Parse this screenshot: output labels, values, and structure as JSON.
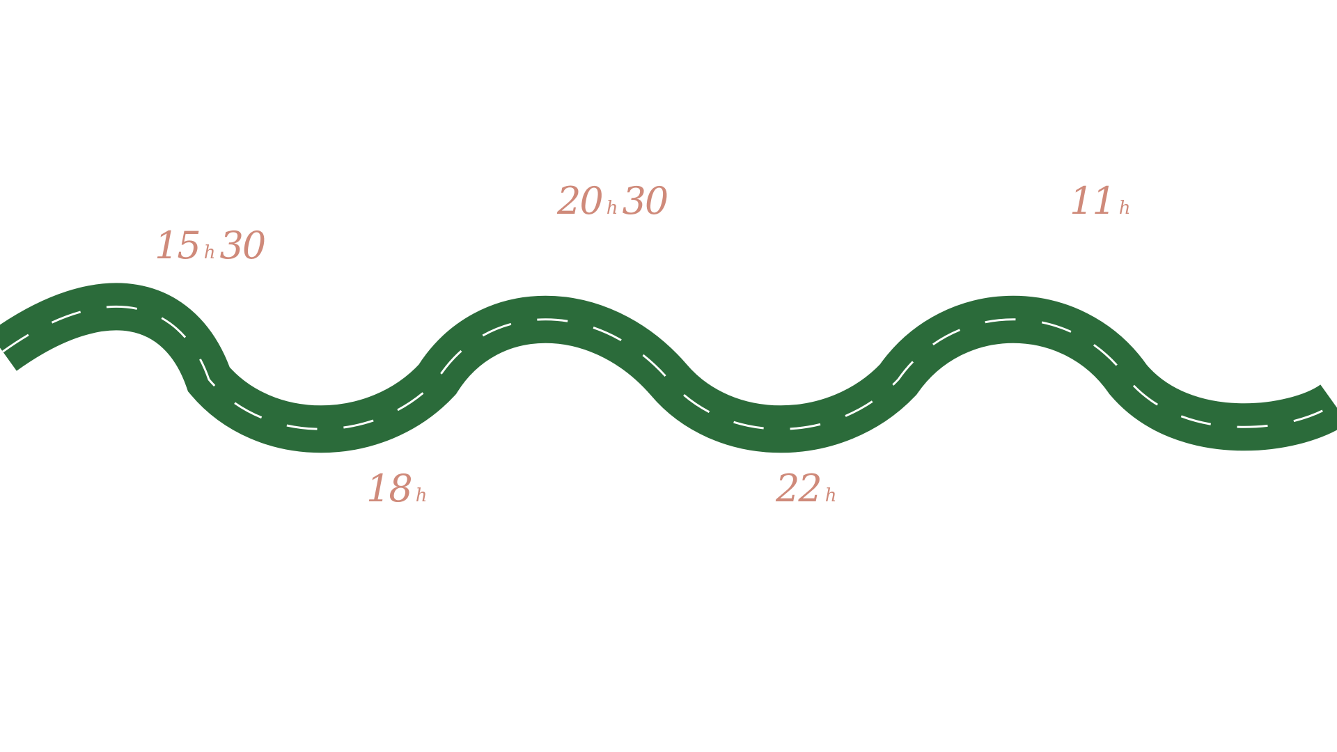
{
  "colors": {
    "background": "#ffffff",
    "road": "#2b6b3a",
    "lane_marking": "#ffffff",
    "label": "#cf8a7a"
  },
  "times": [
    {
      "hour": "15",
      "unit": "h",
      "minutes": "30"
    },
    {
      "hour": "18",
      "unit": "h",
      "minutes": ""
    },
    {
      "hour": "20",
      "unit": "h",
      "minutes": "30"
    },
    {
      "hour": "22",
      "unit": "h",
      "minutes": ""
    },
    {
      "hour": "11",
      "unit": "h",
      "minutes": ""
    }
  ]
}
